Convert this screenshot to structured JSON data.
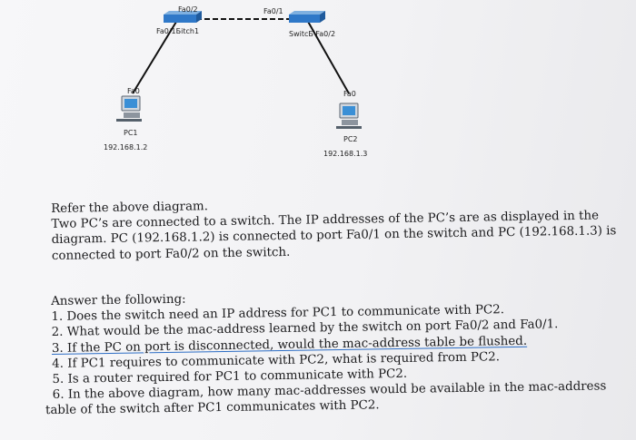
{
  "diagram": {
    "switch1": {
      "label": "Fa0/1Бitch1",
      "port_top": "Fa0/2"
    },
    "switch2": {
      "label": "SwitcБ Fa0/2",
      "port_top": "Fa0/1"
    },
    "pc1": {
      "name": "PC1",
      "ip": "192.168.1.2",
      "port": "Fa0"
    },
    "pc2": {
      "name": "PC2",
      "ip": "192.168.1.3",
      "port": "Fa0"
    },
    "colors": {
      "cable": "#111111",
      "switch": "#2f78c8",
      "pc_screen": "#3a8fd6"
    }
  },
  "question": {
    "intro": "Refer the above diagram.",
    "body_lines": [
      "Two PC’s are connected to a switch. The IP addresses of the PC’s are as displayed in the",
      "diagram. PC (192.168.1.2) is connected to port Fa0/1 on the switch and PC (192.168.1.3) is",
      "connected to port Fa0/2 on the switch."
    ],
    "answer_heading": "Answer the following:",
    "items": [
      "1. Does the switch need an IP address for PC1 to communicate with PC2.",
      "2. What would be the mac-address learned by the switch on port Fa0/2 and Fa0/1.",
      "3. If the PC on port is disconnected, would the mac-address table be flushed.",
      "4. If PC1 requires to communicate with PC2, what is required from PC2.",
      "5. Is a router required for PC1 to communicate with PC2.",
      "6. In the above diagram, how many mac-addresses would be available in the mac-address",
      "table of the switch after PC1 communicates with PC2."
    ]
  }
}
